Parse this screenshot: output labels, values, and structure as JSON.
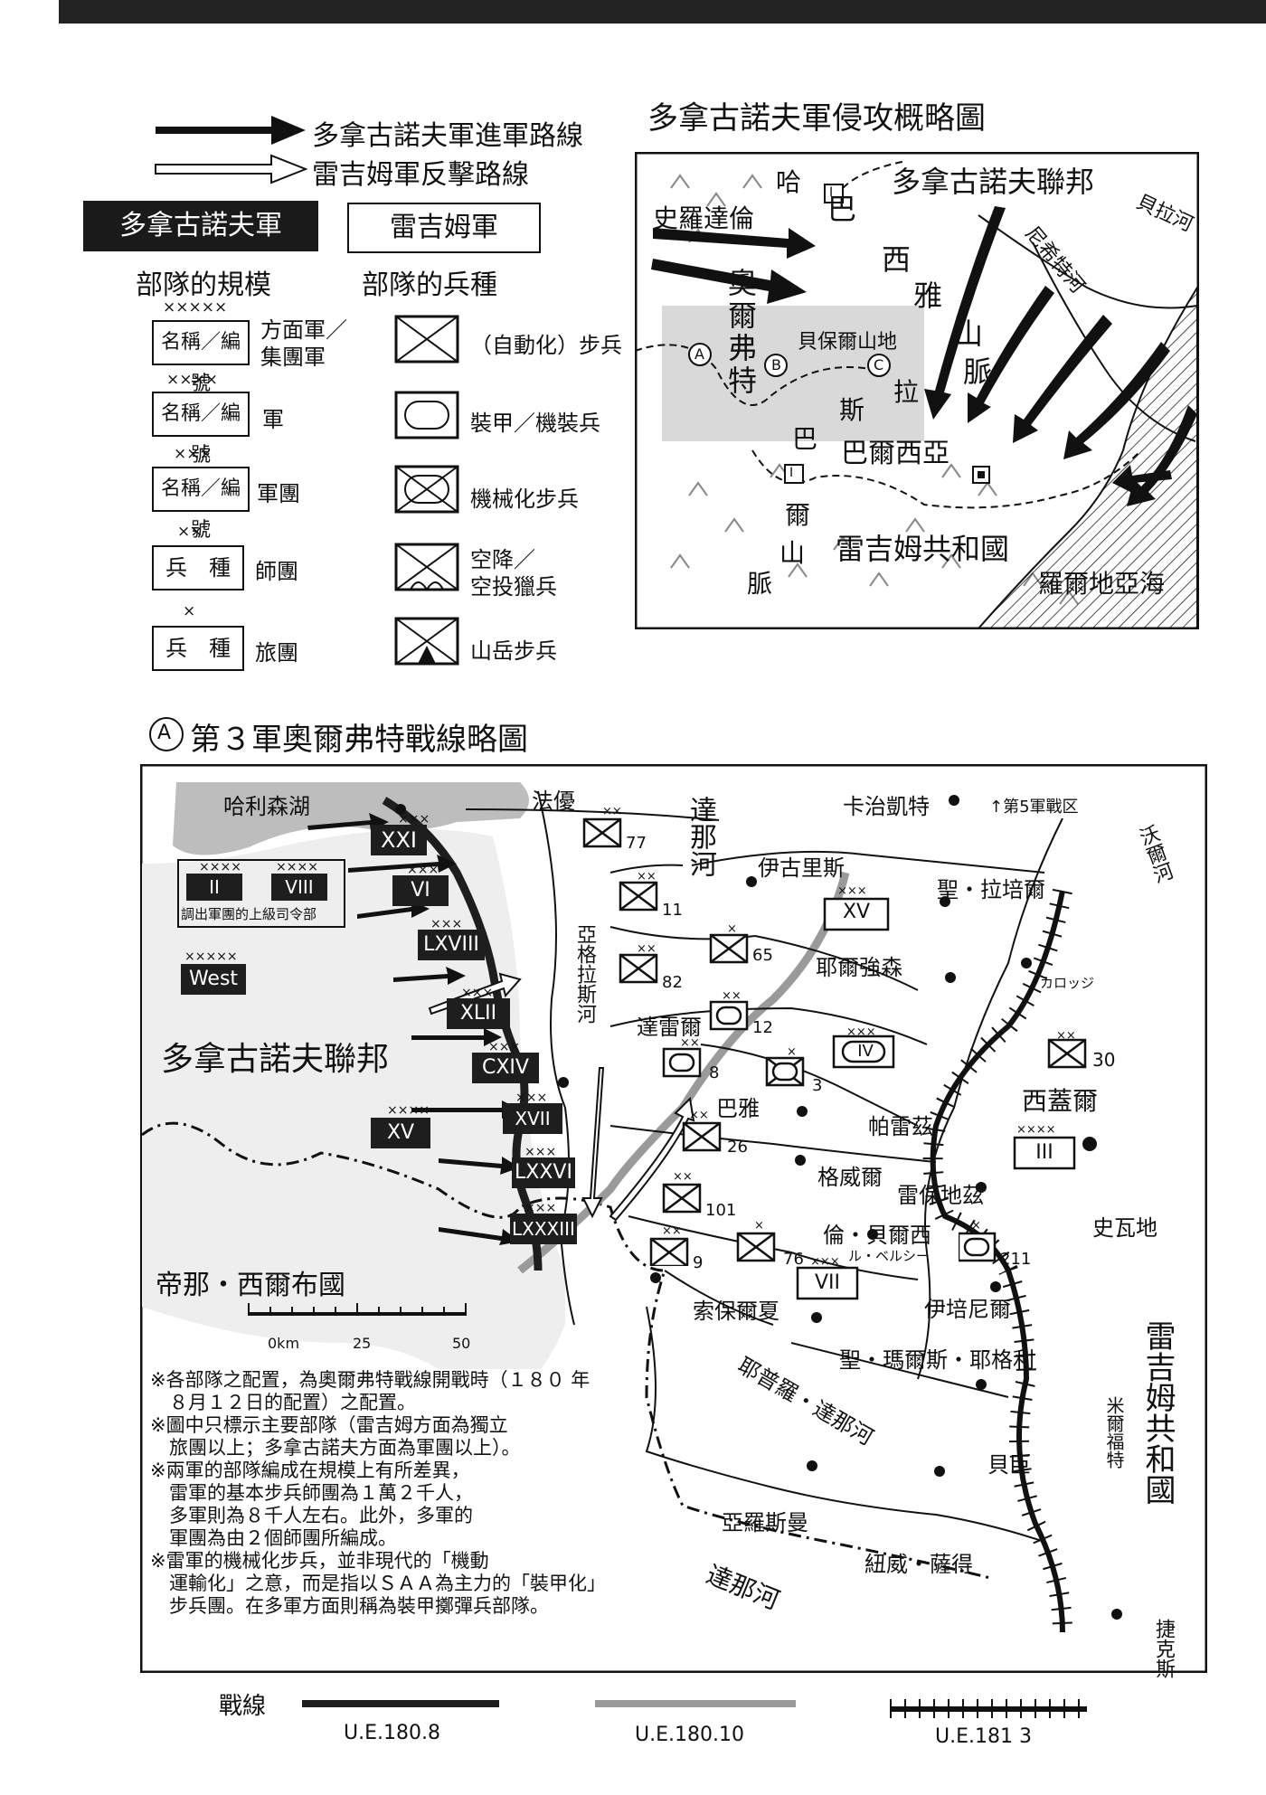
{
  "legend": {
    "advance_route": "多拿古諾夫軍進軍路線",
    "counter_route": "雷吉姆軍反擊路線",
    "dn_header": "多拿古諾夫軍",
    "rg_header": "雷吉姆軍",
    "size_title": "部隊的規模",
    "type_title": "部隊的兵種",
    "sizes": [
      {
        "marks": "×××××",
        "box": "名稱／編號",
        "label": "方面軍／\n集團軍"
      },
      {
        "marks": "××××",
        "box": "名稱／編號",
        "label": "軍"
      },
      {
        "marks": "×××",
        "box": "名稱／編號",
        "label": "軍團"
      },
      {
        "marks": "××",
        "box": "兵　種",
        "label": "師團"
      },
      {
        "marks": "×",
        "box": "兵　種",
        "label": "旅團"
      }
    ],
    "types": [
      {
        "icon": "infantry-icon",
        "label": "（自動化）步兵"
      },
      {
        "icon": "armor-icon",
        "label": "裝甲／機裝兵"
      },
      {
        "icon": "mech-infantry-icon",
        "label": "機械化步兵"
      },
      {
        "icon": "airborne-icon",
        "label": "空降／\n空投獵兵"
      },
      {
        "icon": "mountain-icon",
        "label": "山岳步兵"
      }
    ]
  },
  "overview_map": {
    "title": "多拿古諾夫軍侵攻概略圖",
    "labels": {
      "federation": "多拿古諾夫聯邦",
      "belarus_river": "貝拉河",
      "nisht_river": "尼希特河",
      "ha": "哈",
      "strodalun": "史羅達倫",
      "brasia_mts": [
        "巴",
        "西",
        "雅",
        "山",
        "脈"
      ],
      "olft": "奧爾弗特",
      "bepol": "貝保爾山地",
      "la": "拉",
      "si": "斯",
      "ba": "巴",
      "er": "爾",
      "shan": "山",
      "mai": "脈",
      "barcia": "巴爾西亞",
      "republic": "雷吉姆共和國",
      "sea": "羅爾地亞海",
      "mark_a": "A",
      "mark_b": "B",
      "mark_c": "C",
      "roman_one": "I"
    }
  },
  "detail_map": {
    "title_mark": "A",
    "title": "第３軍奧爾弗特戰線略圖",
    "places": {
      "harrison_lake": "哈利森湖",
      "fayou": "法優",
      "kachikait": "卡治凱特",
      "fifth_area": "↑第5軍戰区",
      "dana_river": "達那河",
      "yigulis": "伊古里斯",
      "st_rapel": "聖・拉培爾",
      "wo_river": "沃爾河",
      "yagra_river": "亞格拉斯河",
      "yeerqiang": "耶爾強森",
      "kaloji": "カロッジ",
      "darel": "達雷爾",
      "xigail": "西蓋爾",
      "baya": "巴雅",
      "palez": "帕雷茲",
      "gewell": "格威爾",
      "leibaodiz": "雷保地茲",
      "shiwadi": "史瓦地",
      "lun_beirxi": "倫・貝爾西",
      "lu_beruxi": "ル・ベルシー",
      "yipeiniel": "伊培尼爾",
      "suobaoer": "索保爾夏",
      "st_marz": "聖・瑪爾斯・耶格利",
      "yeprola_dana": "耶普羅・達那河",
      "beichen": "貝臣",
      "mirfut": "米爾福特",
      "yaroseman": "亞羅斯曼",
      "niuwei": "紐威・薩得",
      "dana_river_s": "達那河",
      "jiekesi": "捷克斯",
      "federation": "多拿古諾夫聯邦",
      "dinaxierbu": "帝那・西爾布國",
      "republic": "雷吉姆共和國"
    },
    "dn_units": [
      {
        "marks": "×××",
        "name": "XXI"
      },
      {
        "marks": "××××",
        "name": "II"
      },
      {
        "marks": "××××",
        "name": "VIII"
      },
      {
        "marks": "×××",
        "name": "VI"
      },
      {
        "marks": "×××",
        "name": "LXVIII"
      },
      {
        "marks": "×××××",
        "name": "West"
      },
      {
        "marks": "×××",
        "name": "XLII"
      },
      {
        "marks": "×××",
        "name": "CXIV"
      },
      {
        "marks": "××××",
        "name": "XV"
      },
      {
        "marks": "×××",
        "name": "XVII"
      },
      {
        "marks": "×××",
        "name": "LXXVI"
      },
      {
        "marks": "×××",
        "name": "LXXXIII"
      }
    ],
    "hq_note": "調出軍團的上級司令部",
    "rg_units": [
      {
        "marks": "××",
        "num": "77"
      },
      {
        "marks": "××",
        "num": "11"
      },
      {
        "marks": "×",
        "num": "65"
      },
      {
        "marks": "××",
        "num": "82"
      },
      {
        "marks": "××",
        "num": "12"
      },
      {
        "marks": "×××",
        "num": "XV"
      },
      {
        "marks": "××",
        "num": "8"
      },
      {
        "marks": "×",
        "num": "3"
      },
      {
        "marks": "×××",
        "num": "IV"
      },
      {
        "marks": "××",
        "num": "30"
      },
      {
        "marks": "××××",
        "num": "III"
      },
      {
        "marks": "××",
        "num": "26"
      },
      {
        "marks": "××",
        "num": "101"
      },
      {
        "marks": "××",
        "num": "9"
      },
      {
        "marks": "×",
        "num": "76"
      },
      {
        "marks": "×",
        "num": "211"
      },
      {
        "marks": "×××",
        "num": "VII"
      }
    ],
    "scale": {
      "ticks": [
        "0km",
        "25",
        "50"
      ]
    },
    "notes": [
      "※各部隊之配置，為奧爾弗特戰線開戰時（１８０ 年",
      "　８月１２日的配置）之配置。",
      "※圖中只標示主要部隊（雷吉姆方面為獨立",
      "　旅團以上；多拿古諾夫方面為軍團以上）。",
      "※兩軍的部隊編成在規模上有所差異，",
      "　雷軍的基本步兵師團為１萬２千人，",
      "　多軍則為８千人左右。此外，多軍的",
      "　軍團為由２個師團所編成。",
      "※雷軍的機械化步兵，並非現代的「機動",
      "　運輸化」之意，而是指以ＳＡＡ為主力的「裝甲化」",
      "　步兵團。在多軍方面則稱為裝甲擲彈兵部隊。"
    ]
  },
  "front_legend": {
    "title": "戰線",
    "items": [
      "U.E.180.8",
      "U.E.180.10",
      "U.E.181 3"
    ]
  },
  "colors": {
    "ink": "#111111",
    "dark": "#1e1e1e",
    "gray": "#9a9a9a",
    "paper": "#ffffff"
  }
}
